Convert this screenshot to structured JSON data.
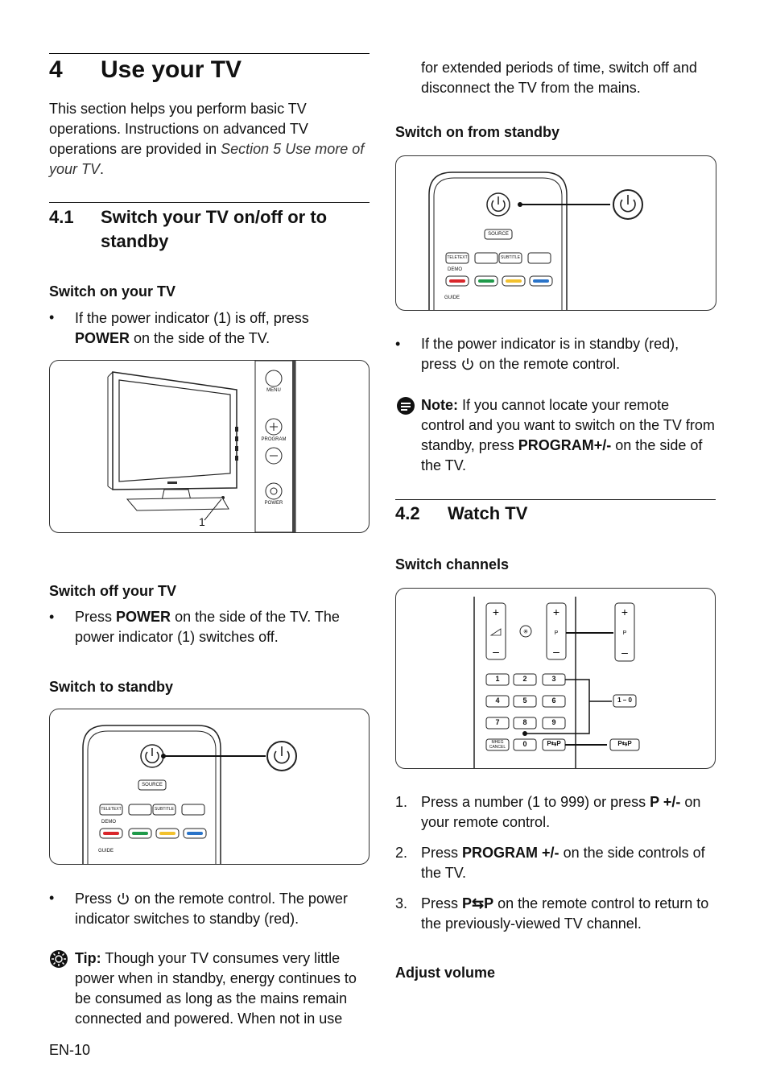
{
  "chapter": {
    "number": "4",
    "title": "Use your TV"
  },
  "intro": {
    "text": "This section helps you perform basic TV operations. Instructions on advanced TV operations are provided in ",
    "ref": "Section 5 Use more of your TV",
    "end": "."
  },
  "s41": {
    "number": "4.1",
    "title_line1": "Switch your TV on/off or to",
    "title_line2": "standby",
    "switch_on": {
      "heading": "Switch on your TV",
      "bullet_pre": "If the power indicator (1) is off, press",
      "bullet_bold": "POWER",
      "bullet_post": "on the side of the TV."
    },
    "tv_figure": {
      "callout": "1",
      "side_labels": [
        "MENU",
        "PROGRAM",
        "POWER"
      ]
    },
    "switch_off": {
      "heading": "Switch off your TV",
      "bullet_pre": "Press",
      "bullet_bold": "POWER",
      "bullet_post": "on the side of the TV. The power indicator (1) switches off."
    },
    "standby": {
      "heading": "Switch to standby",
      "bullet_pre": "Press",
      "bullet_post": "on the remote control. The power indicator switches to standby (red)."
    },
    "tip": {
      "label": "Tip:",
      "text": "Though your TV consumes very little power when in standby, energy continues to be consumed as long as the mains remain connected and powered. When not in use",
      "continued": "for extended periods of time, switch off and disconnect the TV from the mains."
    },
    "from_standby": {
      "heading": "Switch on from standby",
      "bullet_pre": "If the power indicator is in standby (red), press",
      "bullet_post": "on the remote control."
    },
    "note": {
      "label": "Note:",
      "text_pre": "If you cannot locate your remote control and you want to switch on the TV from standby, press",
      "text_bold": "PROGRAM+/-",
      "text_post": "on the side of the TV."
    }
  },
  "remote_labels": {
    "source": "SOURCE",
    "teletext": "TELETEXT",
    "subtitle": "SUBTITLE",
    "demo": "DEMO",
    "guide": "GUIDE",
    "colors": [
      "#d9262b",
      "#1f9a4a",
      "#f2c12e",
      "#2a74c9"
    ]
  },
  "s42": {
    "number": "4.2",
    "title": "Watch TV",
    "switch_channels": {
      "heading": "Switch channels"
    },
    "keypad": {
      "keys": [
        "1",
        "2",
        "3",
        "4",
        "5",
        "6",
        "7",
        "8",
        "9",
        "MHEG CANCEL",
        "0",
        "P⇆P"
      ],
      "callout_digits": "1 – 0",
      "callout_swap": "P⇆P",
      "p_label": "P"
    },
    "steps": [
      {
        "num": "1.",
        "pre": "Press a number (1 to 999) or press",
        "bold": "P +/-",
        "post": "on your remote control."
      },
      {
        "num": "2.",
        "pre": "Press",
        "bold": "PROGRAM +/-",
        "post": "on the side controls of the TV."
      },
      {
        "num": "3.",
        "pre": "Press",
        "bold": "P⇆P",
        "post": "on the remote control to return to the previously-viewed TV channel."
      }
    ],
    "adjust_volume": {
      "heading": "Adjust volume"
    }
  },
  "footer": {
    "page": "EN-10"
  }
}
